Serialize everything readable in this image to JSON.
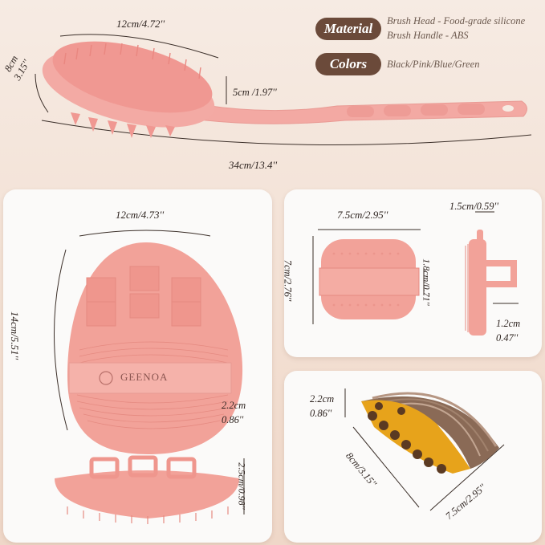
{
  "specs": {
    "material_label": "Material",
    "material_line1": "Brush Head - Food-grade silicone",
    "material_line2": "Brush Handle - ABS",
    "colors_label": "Colors",
    "colors_value": "Black/Pink/Blue/Green"
  },
  "long_brush": {
    "head_width": "12cm/4.72''",
    "head_length_cm": "8cm",
    "head_length_in": "3.15''",
    "head_height": "5cm /1.97''",
    "total_length": "34cm/13.4''"
  },
  "palm_brush": {
    "width": "12cm/4.73''",
    "height": "14cm/5.51''",
    "strap_cm": "2.2cm",
    "strap_in": "0.86''",
    "thickness": "2.5cm/0.98''",
    "brand": "GEENOA"
  },
  "small_brush": {
    "width": "7.5cm/2.95''",
    "height": "7cm/2.76''",
    "strap": "1.8cm/0.71''",
    "side_top": "1.5cm/0.59''",
    "side_bottom_cm": "1.2cm",
    "side_bottom_in": "0.47''"
  },
  "makeup_brush": {
    "height_cm": "2.2cm",
    "height_in": "0.86''",
    "length": "8cm/3.15''",
    "width": "7.5cm/2.95''"
  }
}
